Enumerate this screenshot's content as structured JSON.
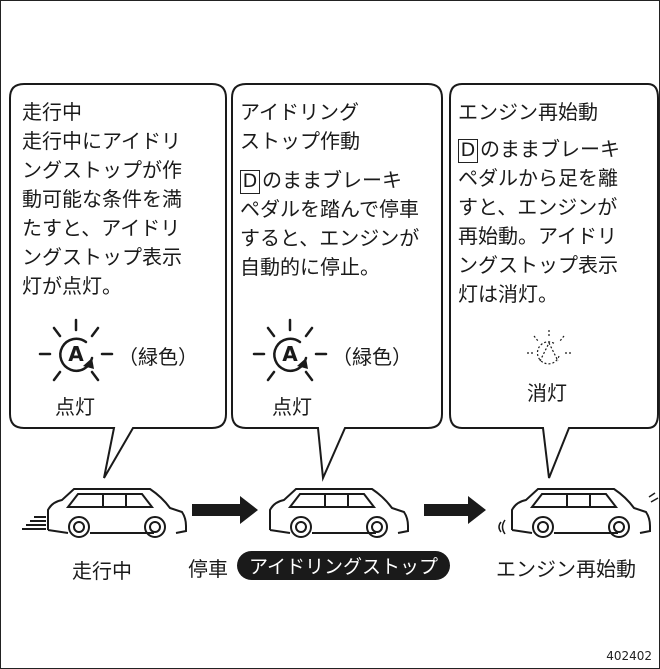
{
  "panels": [
    {
      "title": "走行中",
      "lines": [
        "走行中にアイドリ",
        "ングストップが作",
        "動可能な条件を満",
        "たすと、アイドリ",
        "ングストップ表示",
        "灯が点灯。"
      ],
      "indicator_color": "（緑色）",
      "indicator_state": "点灯"
    },
    {
      "title_lines": [
        "アイドリング",
        "ストップ作動"
      ],
      "boxed_letter": "D",
      "lines_first": "のままブレーキ",
      "lines": [
        "ペダルを踏んで停車",
        "すると、エンジンが",
        "自動的に停止。"
      ],
      "indicator_color": "（緑色）",
      "indicator_state": "点灯"
    },
    {
      "title": "エンジン再始動",
      "boxed_letter": "D",
      "lines_first": "のままブレーキ",
      "lines": [
        "ペダルから足を離",
        "すと、エンジンが",
        "再始動。アイドリ",
        "ングストップ表示",
        "灯は消灯。"
      ],
      "indicator_state": "消灯"
    }
  ],
  "bottom": {
    "label_driving": "走行中",
    "label_stop": "停車",
    "label_idling_stop": "アイドリングストップ",
    "label_restart": "エンジン再始動"
  },
  "indicator_letter": "A",
  "figure_code": "402402",
  "colors": {
    "line": "#1a1a1a",
    "pill_bg": "#1a1a1a",
    "pill_text": "#ffffff"
  }
}
